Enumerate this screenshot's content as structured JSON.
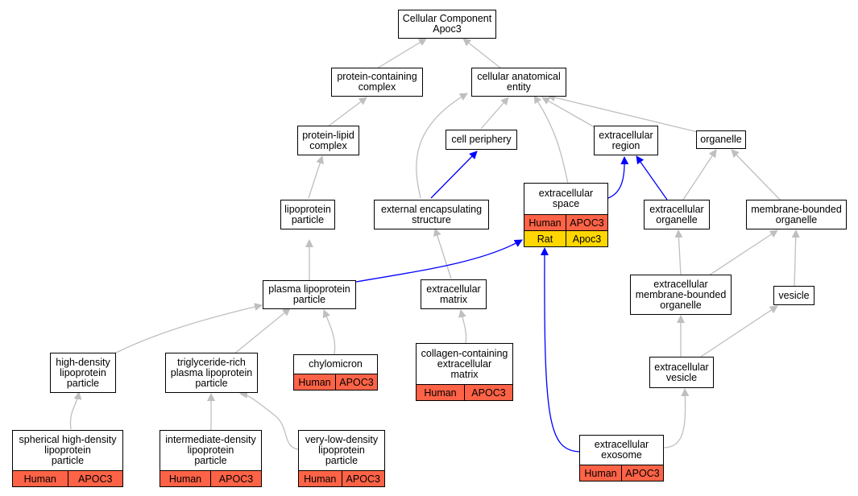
{
  "colors": {
    "human": "#ff6347",
    "rat": "#ffd700",
    "edge_gray": "#bfbfbf",
    "edge_blue": "#0000ff"
  },
  "nodes": {
    "root": "Cellular Component\nApoc3",
    "protein_complex": "protein-containing\ncomplex",
    "cae": "cellular anatomical\nentity",
    "protein_lipid": "protein-lipid\ncomplex",
    "cell_periphery": "cell periphery",
    "extracellular_region": "extracellular\nregion",
    "organelle": "organelle",
    "lipoprotein_particle": "lipoprotein\nparticle",
    "external_encapsulating": "external encapsulating\nstructure",
    "extracellular_space": "extracellular\nspace",
    "extracellular_organelle": "extracellular\norganelle",
    "membrane_bounded": "membrane-bounded\norganelle",
    "plasma_lipoprotein": "plasma lipoprotein\nparticle",
    "extracellular_matrix": "extracellular\nmatrix",
    "ec_membrane_bounded": "extracellular\nmembrane-bounded\norganelle",
    "vesicle": "vesicle",
    "hdl": "high-density\nlipoprotein\nparticle",
    "trl": "triglyceride-rich\nplasma lipoprotein\nparticle",
    "chylomicron": "chylomicron",
    "collagen_matrix": "collagen-containing\nextracellular\nmatrix",
    "extracellular_vesicle": "extracellular\nvesicle",
    "spherical_hdl": "spherical high-density\nlipoprotein\nparticle",
    "idl": "intermediate-density\nlipoprotein\nparticle",
    "vldl": "very-low-density\nlipoprotein\nparticle",
    "exosome": "extracellular\nexosome"
  },
  "annotations": {
    "human_species": "Human",
    "human_gene": "APOC3",
    "rat_species": "Rat",
    "rat_gene": "Apoc3"
  }
}
